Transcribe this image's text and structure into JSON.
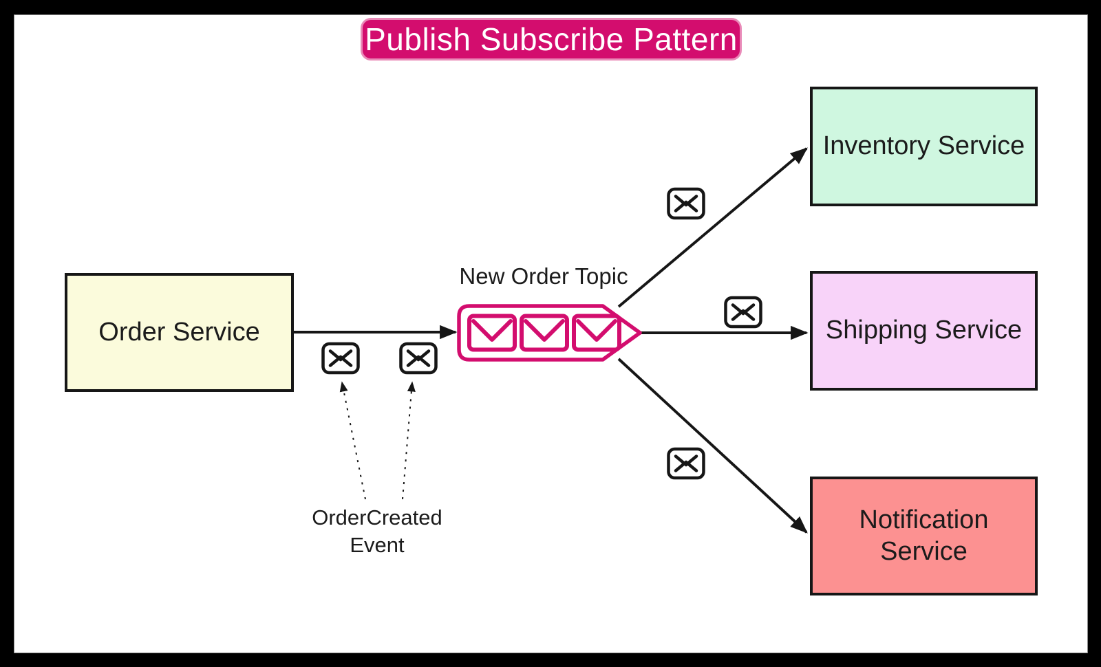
{
  "title": "Publish Subscribe Pattern",
  "colors": {
    "magenta": "#d30d6e",
    "pill-border": "#e98ab8",
    "title-text": "#ffffff",
    "order-fill": "#fbfbdc",
    "inventory-fill": "#cff7e0",
    "shipping-fill": "#f8d3f9",
    "notification-fill": "#fc9191",
    "line": "#161616",
    "text": "#1b1b1b"
  },
  "publisher": {
    "label": "Order Service"
  },
  "topic": {
    "label": "New Order Topic",
    "queued_message_count": 3
  },
  "event": {
    "label": "OrderCreated Event"
  },
  "subscribers": [
    {
      "label": "Inventory Service"
    },
    {
      "label": "Shipping Service"
    },
    {
      "label": "Notification Service"
    }
  ],
  "icons": {
    "message": "envelope-icon",
    "queued": "envelope-flap-icon"
  }
}
